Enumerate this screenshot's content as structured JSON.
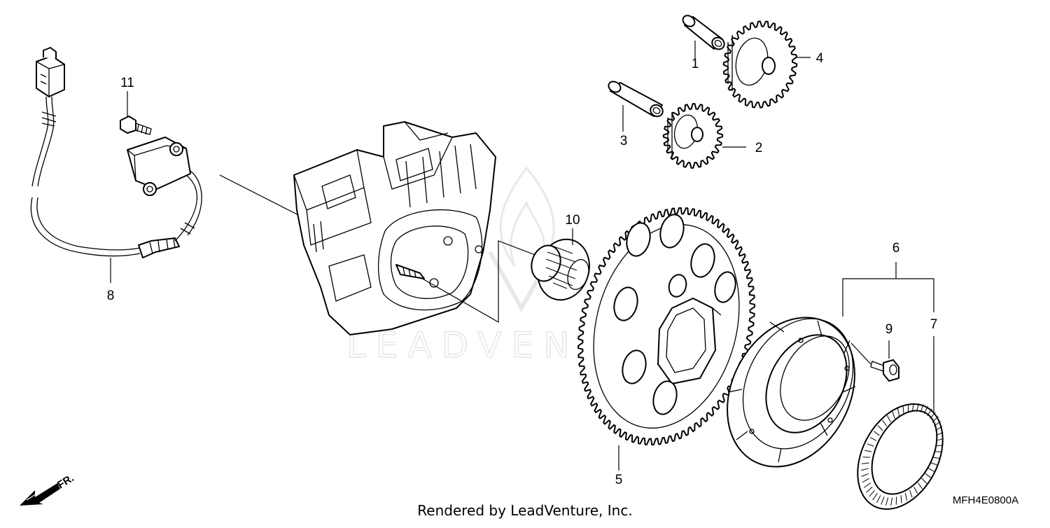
{
  "diagram": {
    "callouts": [
      {
        "id": "1",
        "label": "1"
      },
      {
        "id": "2",
        "label": "2"
      },
      {
        "id": "3",
        "label": "3"
      },
      {
        "id": "4",
        "label": "4"
      },
      {
        "id": "5",
        "label": "5"
      },
      {
        "id": "6",
        "label": "6"
      },
      {
        "id": "7",
        "label": "7"
      },
      {
        "id": "8",
        "label": "8"
      },
      {
        "id": "9",
        "label": "9"
      },
      {
        "id": "10",
        "label": "10"
      },
      {
        "id": "11",
        "label": "11"
      }
    ],
    "watermark": "LEADVENTURE",
    "footer": "Rendered by LeadVenture, Inc.",
    "diagram_code": "MFH4E0800A",
    "front_arrow_label": "FR."
  }
}
